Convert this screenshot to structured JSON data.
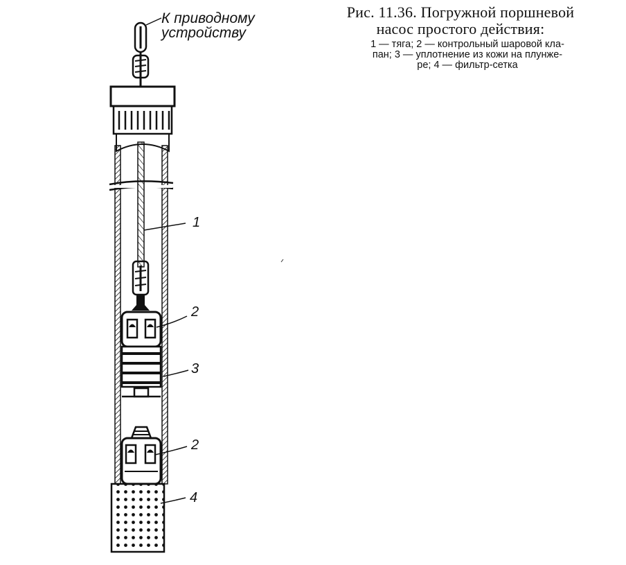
{
  "figure": {
    "caption_title_line1": "Рис. 11.36. Погружной поршневой",
    "caption_title_line2": "насос простого действия:",
    "legend_line1": "1 — тяга;   2 — контрольный шаровой кла-",
    "legend_line2": "пан; 3 — уплотнение из кожи на плунже-",
    "legend_line3": "ре;   4 — фильтр-сетка"
  },
  "diagram": {
    "drive_label_line1": "К приводному",
    "drive_label_line2": "устройству",
    "callouts": [
      "1",
      "2",
      "3",
      "2",
      "4"
    ]
  }
}
